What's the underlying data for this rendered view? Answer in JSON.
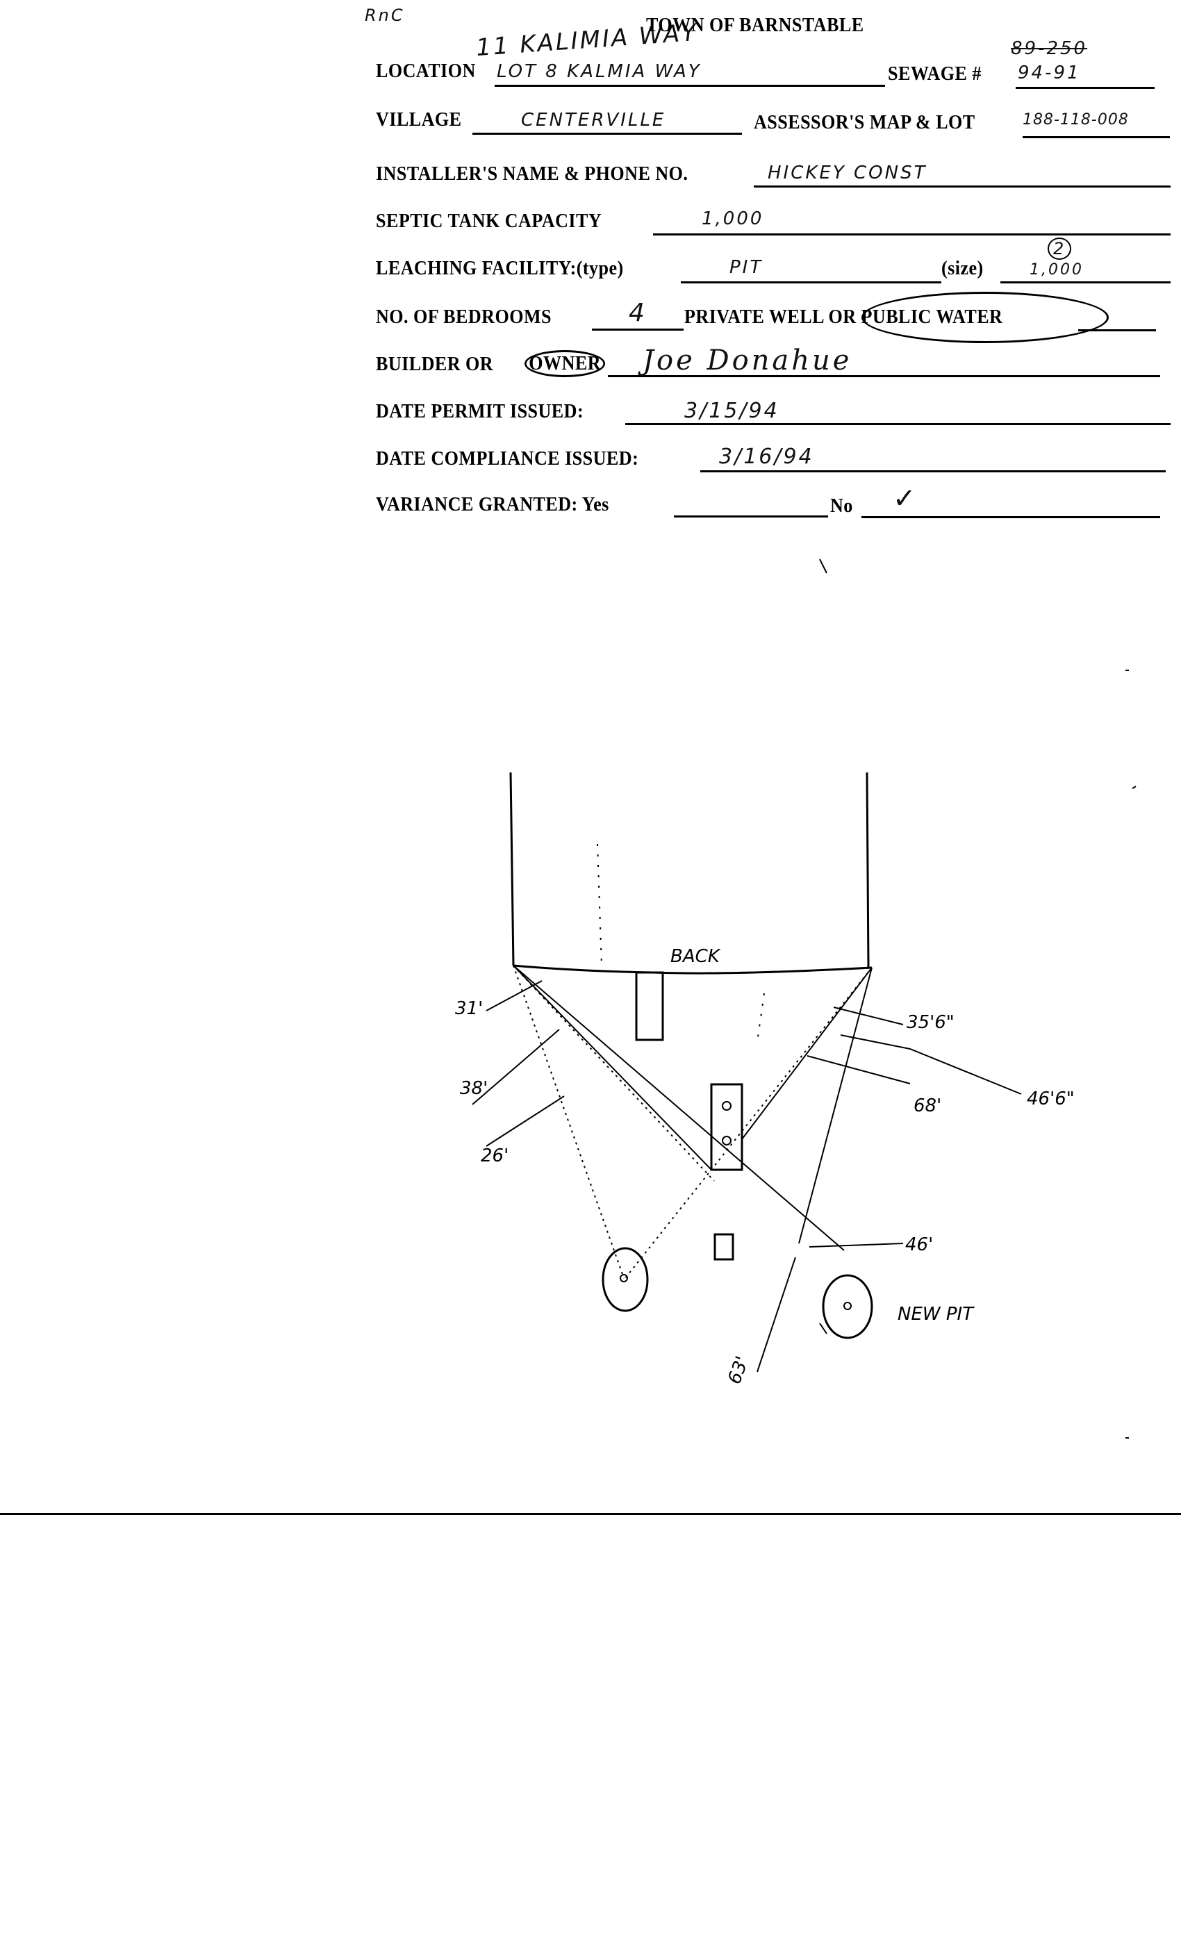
{
  "header": {
    "title": "TOWN OF BARNSTABLE",
    "address_note": "11 KALIMIA WAY",
    "corner_initials": "RnC",
    "old_number": "89-250"
  },
  "form": {
    "location": {
      "label": "LOCATION",
      "value": "LOT 8 KALMIA WAY"
    },
    "sewage": {
      "label": "SEWAGE #",
      "value": "94-91"
    },
    "village": {
      "label": "VILLAGE",
      "value": "CENTERVILLE"
    },
    "assessor": {
      "label": "ASSESSOR'S MAP & LOT",
      "value": "188-118-008"
    },
    "installer": {
      "label": "INSTALLER'S NAME & PHONE NO.",
      "value": "HICKEY CONST"
    },
    "septic": {
      "label": "SEPTIC TANK CAPACITY",
      "value": "1,000"
    },
    "leaching": {
      "label": "LEACHING FACILITY:(type)",
      "value": "PIT",
      "size_label": "(size)",
      "size_value": "1,000",
      "size_count": "2"
    },
    "bedrooms": {
      "label": "NO. OF BEDROOMS",
      "value": "4"
    },
    "water": {
      "label": "PRIVATE WELL OR PUBLIC WATER",
      "selected": "PUBLIC WATER"
    },
    "builder": {
      "label_prefix": "BUILDER OR",
      "label_owner": "OWNER",
      "value": "Joe Donahue"
    },
    "permit": {
      "label": "DATE PERMIT ISSUED:",
      "value": "3/15/94"
    },
    "compliance": {
      "label": "DATE  COMPLIANCE ISSUED:",
      "value": "3/16/94"
    },
    "variance": {
      "label": "VARIANCE GRANTED:  Yes",
      "no_label": "No",
      "no_value": "✓"
    }
  },
  "sketch": {
    "back_label": "BACK",
    "distances": [
      "31'",
      "38'",
      "26'",
      "35'6\"",
      "68'",
      "46'6\"",
      "46'",
      "63'"
    ],
    "new_pit_label": "NEW PIT"
  }
}
